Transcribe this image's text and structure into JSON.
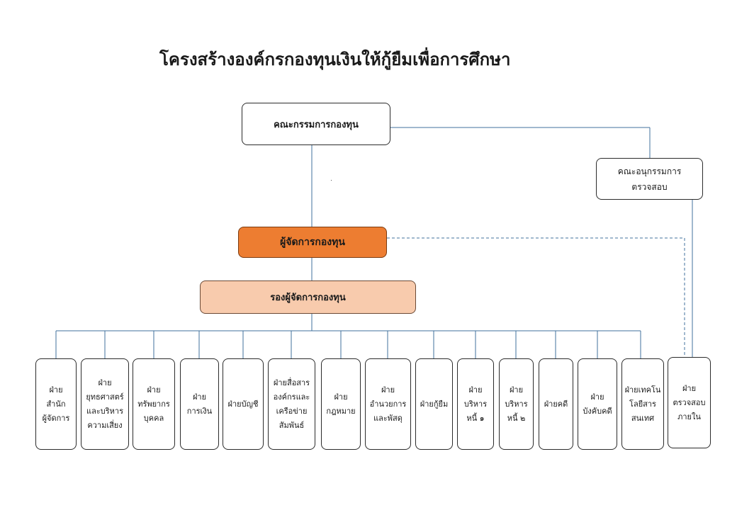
{
  "title": "โครงสร้างองค์กรกองทุนเงินให้กู้ยืมเพื่อการศึกษา",
  "board": {
    "label": "คณะกรรมการกองทุน"
  },
  "audit_subcommittee": {
    "label": "คณะอนุกรรมการ\nตรวจสอบ"
  },
  "manager": {
    "label": "ผู้จัดการกองทุน",
    "color": "#ed7d31"
  },
  "deputy_manager": {
    "label": "รองผู้จัดการกองทุน",
    "color": "#f8cbad"
  },
  "line_color": "#41719c",
  "departments": [
    {
      "label": "ฝ่าย\nสำนัก\nผู้จัดการ"
    },
    {
      "label": "ฝ่าย\nยุทธศาสตร์\nและบริหาร\nความเสี่ยง"
    },
    {
      "label": "ฝ่าย\nทรัพยากร\nบุคคล"
    },
    {
      "label": "ฝ่าย\nการเงิน"
    },
    {
      "label": "ฝ่ายบัญชี"
    },
    {
      "label": "ฝ่ายสื่อสาร\nองค์กรและ\nเครือข่าย\nสัมพันธ์"
    },
    {
      "label": "ฝ่าย\nกฎหมาย"
    },
    {
      "label": "ฝ่าย\nอำนวยการ\nและพัสดุ"
    },
    {
      "label": "ฝ่ายกู้ยืม"
    },
    {
      "label": "ฝ่าย\nบริหาร\nหนี้ ๑"
    },
    {
      "label": "ฝ่าย\nบริหาร\nหนี้ ๒"
    },
    {
      "label": "ฝ่ายคดี"
    },
    {
      "label": "ฝ่าย\nบังคับคดี"
    },
    {
      "label": "ฝ่ายเทคโน\nโลยีสาร\nสนเทศ"
    },
    {
      "label": "ฝ่าย\nตรวจสอบ\nภายใน"
    }
  ]
}
